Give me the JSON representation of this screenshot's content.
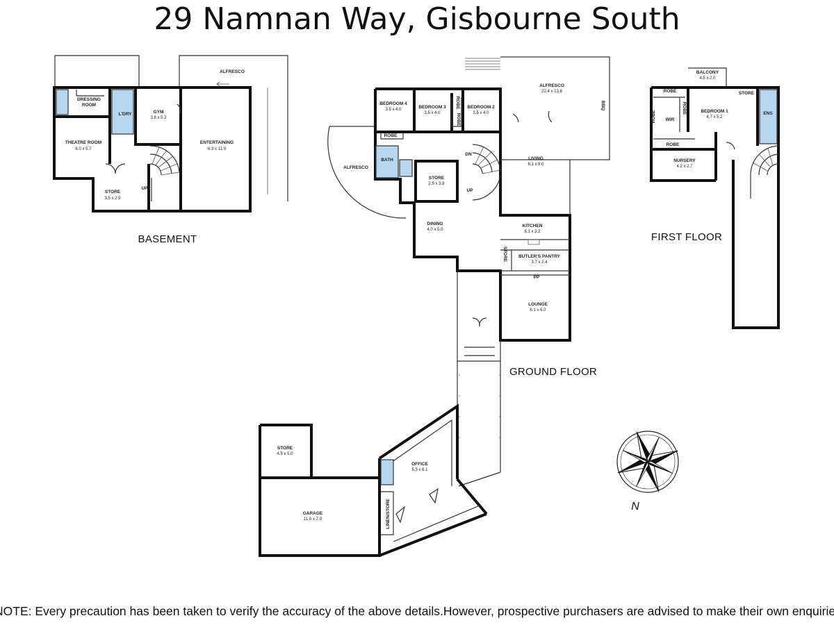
{
  "title": "29 Namnan Way, Gisbourne South",
  "floors": {
    "basement": "BASEMENT",
    "ground": "GROUND FLOOR",
    "first": "FIRST FLOOR"
  },
  "compass": {
    "label": "N",
    "icon": "compass-rose-icon"
  },
  "rooms": {
    "dressing": {
      "name": "DRESSING",
      "name2": "ROOM"
    },
    "ldry": {
      "name": "L'DRY"
    },
    "gym": {
      "name": "GYM",
      "dims": "3.8 x 5.2"
    },
    "alfresco_b": {
      "name": "ALFRESCO"
    },
    "theatre": {
      "name": "THEATRE ROOM",
      "dims": "6.0 x 5.7"
    },
    "entertaining": {
      "name": "ENTERTAINING",
      "dims": "6.3 x 11.9"
    },
    "store_b": {
      "name": "STORE",
      "dims": "3.5 x 2.9"
    },
    "up_b": "UP",
    "bedroom4": {
      "name": "BEDROOM 4",
      "dims": "3.5 x 4.0"
    },
    "bedroom3": {
      "name": "BEDROOM 3",
      "dims": "3.5 x 4.0"
    },
    "bedroom2": {
      "name": "BEDROOM 2",
      "dims": "3.5 x 4.0"
    },
    "robe_g1": "ROBE",
    "robe_g2": "ROBE",
    "robe_g3": "ROBE",
    "alfresco_g": {
      "name": "ALFRESCO",
      "dims": "22.4 x 13.8"
    },
    "bbq": "BBQ",
    "alfresco_w": {
      "name": "ALFRESCO"
    },
    "bath": {
      "name": "BATH"
    },
    "store_g": {
      "name": "STORE",
      "dims": "2.5 x 3.8"
    },
    "dn": "DN",
    "up_g": "UP",
    "living": {
      "name": "LIVING",
      "dims": "6.1 x 8.0"
    },
    "dining": {
      "name": "DINING",
      "dims": "4.0 x 5.0"
    },
    "kitchen": {
      "name": "KITCHEN",
      "dims": "6.1 x 3.2"
    },
    "butlers": {
      "name": "BUTLER'S PANTRY",
      "dims": "3.7 x 2.4"
    },
    "store_g2": "STORE",
    "pp": "PP",
    "lounge": {
      "name": "LOUNGE",
      "dims": "6.1 x 6.0"
    },
    "balcony": {
      "name": "BALCONY",
      "dims": "4.5 x 2.0"
    },
    "robe_f1": "ROBE",
    "store_f": "STORE",
    "wir": "WIR",
    "robe_f2": "ROBE",
    "robe_f3": "ROBE",
    "bedroom1": {
      "name": "BEDROOM 1",
      "dims": "4.7 x 5.2"
    },
    "ens": "ENS",
    "robe_f4": "ROBE",
    "nursery": {
      "name": "NURSERY",
      "dims": "4.2 x 2.7"
    },
    "store_gar": {
      "name": "STORE",
      "dims": "4.5 x 5.0"
    },
    "garage": {
      "name": "GARAGE",
      "dims": "11.0 x 7.0"
    },
    "office": {
      "name": "OFFICE",
      "dims": "5.3 x 6.1"
    },
    "linen": "LINEN/STORE"
  },
  "note": "NOTE: Every precaution has been taken to verify the accuracy of the above details.However, prospective purchasers are advised to make their own enquiries."
}
